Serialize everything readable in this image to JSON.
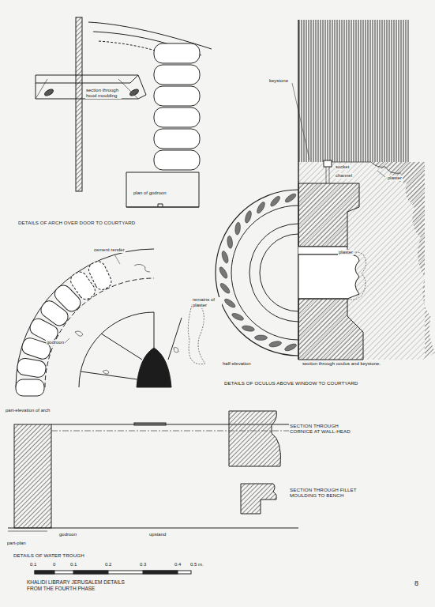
{
  "diagram": {
    "title": "KHALIDI LIBRARY JERUSALEM DETAILS FROM THE FOURTH PHASE",
    "labels": [
      "section through hood moulding",
      "plan of godroon",
      "DETAILS OF ARCH OVER DOOR TO COURTYARD",
      "cement render",
      "remains of plaster",
      "godroon",
      "part-elevation of arch",
      "part-plan",
      "godroon",
      "upstand",
      "DETAILS OF WATER TROUGH",
      "0.1",
      "0",
      "0.1",
      "0.2",
      "0.3",
      "0.4",
      "0.5 m.",
      "keystone",
      "socket",
      "channel",
      "plaster",
      "plaster",
      "half-elevation",
      "section through oculus and keystone.",
      "DETAILS OF OCULUS ABOVE WINDOW TO COURTYARD",
      "SECTION THROUGH CORNICE AT WALL-HEAD",
      "SECTION THROUGH FILLET MOULDING TO BENCH",
      "8"
    ]
  }
}
